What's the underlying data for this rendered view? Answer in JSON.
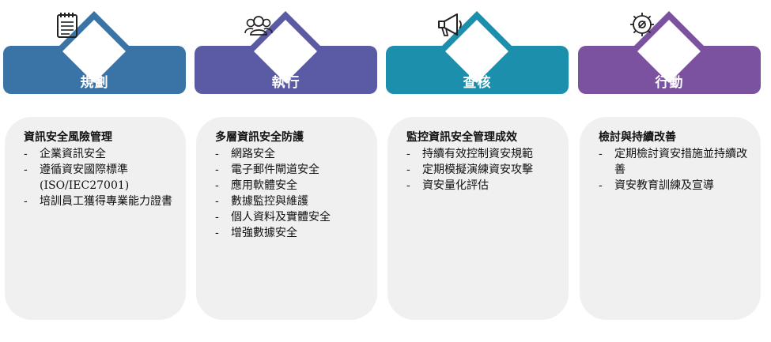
{
  "columns": [
    {
      "label": "規劃",
      "color": "#3a74a7",
      "icon": "notepad-icon",
      "title": "資訊安全風險管理",
      "items": [
        "企業資訊安全",
        "遵循資安國際標準(ISO/IEC27001)",
        "培訓員工獲得專業能力證書"
      ]
    },
    {
      "label": "執行",
      "color": "#5a5aa5",
      "icon": "team-icon",
      "title": "多層資訊安全防護",
      "items": [
        "網路安全",
        "電子郵件閘道安全",
        "應用軟體安全",
        "數據監控與維護",
        "個人資料及實體安全",
        "增強數據安全"
      ]
    },
    {
      "label": "查核",
      "color": "#1b8fab",
      "icon": "megaphone-icon",
      "title": "監控資訊安全管理成效",
      "items": [
        "持續有效控制資安規範",
        "定期模擬演練資安攻擊",
        "資安量化評估"
      ]
    },
    {
      "label": "行動",
      "color": "#7a52a0",
      "icon": "gear-icon",
      "title": "檢討與持續改善",
      "items": [
        "定期檢討資安措施並持續改善",
        "資安教育訓練及宣導"
      ]
    }
  ]
}
